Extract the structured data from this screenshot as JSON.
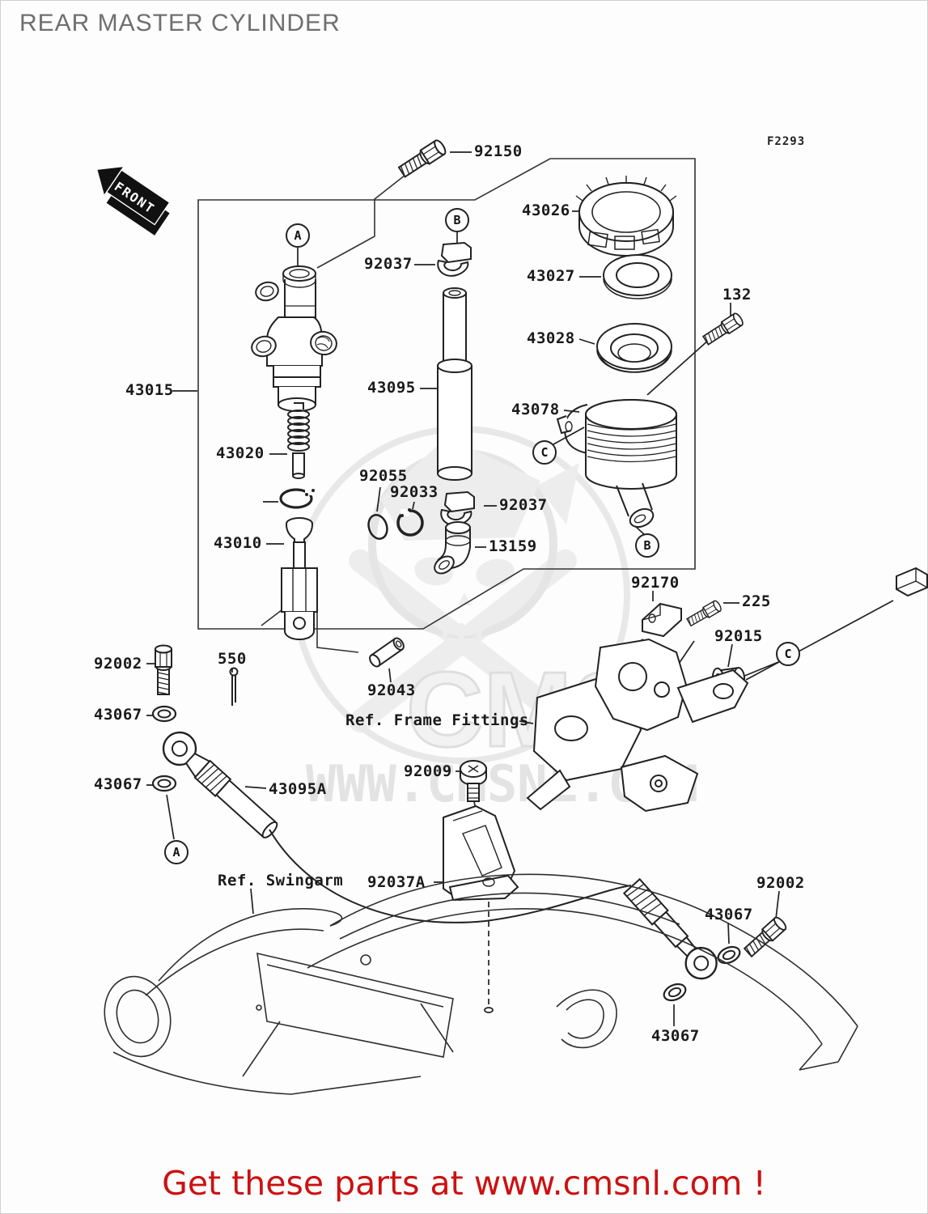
{
  "header": {
    "title": "REAR MASTER CYLINDER",
    "code": "F2293"
  },
  "front_marker": {
    "label": "FRONT"
  },
  "watermark": {
    "brand": "CMS",
    "site": "WWW.CMSNL.COM"
  },
  "footer": {
    "text": "Get these parts at www.cmsnl.com !"
  },
  "colors": {
    "accent_red": "#cc1111",
    "line": "#222222",
    "watermark_gray": "#e5e5e5"
  },
  "labels": [
    {
      "text": "92150"
    },
    {
      "text": "43026"
    },
    {
      "text": "92037"
    },
    {
      "text": "43027"
    },
    {
      "text": "43028"
    },
    {
      "text": "132"
    },
    {
      "text": "43015"
    },
    {
      "text": "43095"
    },
    {
      "text": "43078"
    },
    {
      "text": "43020"
    },
    {
      "text": "92055"
    },
    {
      "text": "92033"
    },
    {
      "text": "92037"
    },
    {
      "text": "43010"
    },
    {
      "text": "13159"
    },
    {
      "text": "92170"
    },
    {
      "text": "225"
    },
    {
      "text": "92015"
    },
    {
      "text": "92002"
    },
    {
      "text": "550"
    },
    {
      "text": "43067"
    },
    {
      "text": "92043"
    },
    {
      "text": "Ref. Frame Fittings"
    },
    {
      "text": "43067"
    },
    {
      "text": "43095A"
    },
    {
      "text": "92009"
    },
    {
      "text": "Ref. Swingarm"
    },
    {
      "text": "92037A"
    },
    {
      "text": "92002"
    },
    {
      "text": "43067"
    },
    {
      "text": "43067"
    }
  ],
  "markers": [
    {
      "letter": "A"
    },
    {
      "letter": "B"
    },
    {
      "letter": "C"
    },
    {
      "letter": "B"
    },
    {
      "letter": "C"
    },
    {
      "letter": "A"
    }
  ]
}
